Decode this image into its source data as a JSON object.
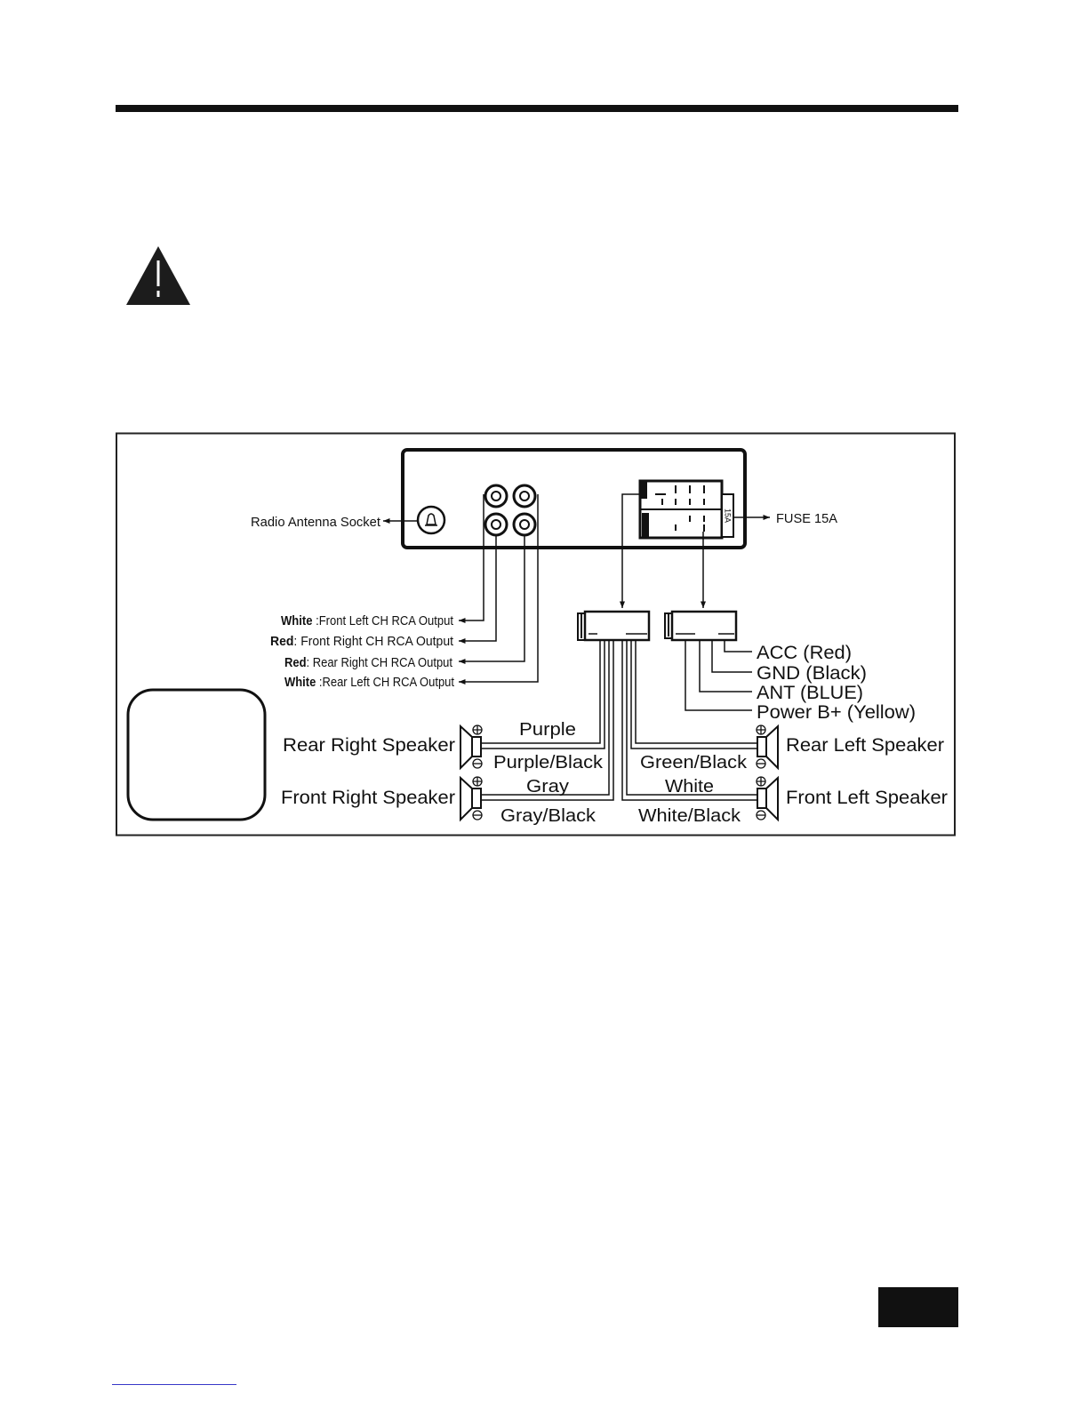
{
  "diagram": {
    "antenna_label": "Radio Antenna Socket",
    "fuse_label": "FUSE 15A",
    "fuse_rating": "15A",
    "rca_outputs": [
      {
        "color": "White",
        "description": " :Front Left CH RCA Output"
      },
      {
        "color": "Red",
        "description": ": Front Right CH RCA Output"
      },
      {
        "color": "Red",
        "description": ": Rear Right CH RCA Output"
      },
      {
        "color": "White",
        "description": " :Rear Left CH RCA Output"
      }
    ],
    "power_wires": [
      {
        "label": "ACC (Red)"
      },
      {
        "label": "GND (Black)"
      },
      {
        "label": "ANT (BLUE)"
      },
      {
        "label": "Power B+ (Yellow)"
      }
    ],
    "speakers": {
      "rear_right": {
        "label": "Rear Right Speaker",
        "wire_plus": "Purple",
        "wire_minus": "Purple/Black"
      },
      "front_right": {
        "label": "Front Right Speaker",
        "wire_plus": "Gray",
        "wire_minus": "Gray/Black"
      },
      "rear_left": {
        "label": "Rear Left Speaker",
        "wire_minus": "Green/Black"
      },
      "front_left": {
        "label": "Front Left Speaker",
        "wire_plus": "White",
        "wire_minus": "White/Black"
      }
    }
  },
  "icons": {
    "warning": "warning-triangle-icon",
    "antenna_socket": "antenna-socket-icon",
    "rca_jack": "rca-jack-icon",
    "fuse": "fuse-icon",
    "speaker": "speaker-icon",
    "plus_terminal": "plus-terminal-icon",
    "minus_terminal": "minus-terminal-icon"
  },
  "colors": {
    "ink": "#111111",
    "link_underline": "#3838c8"
  }
}
